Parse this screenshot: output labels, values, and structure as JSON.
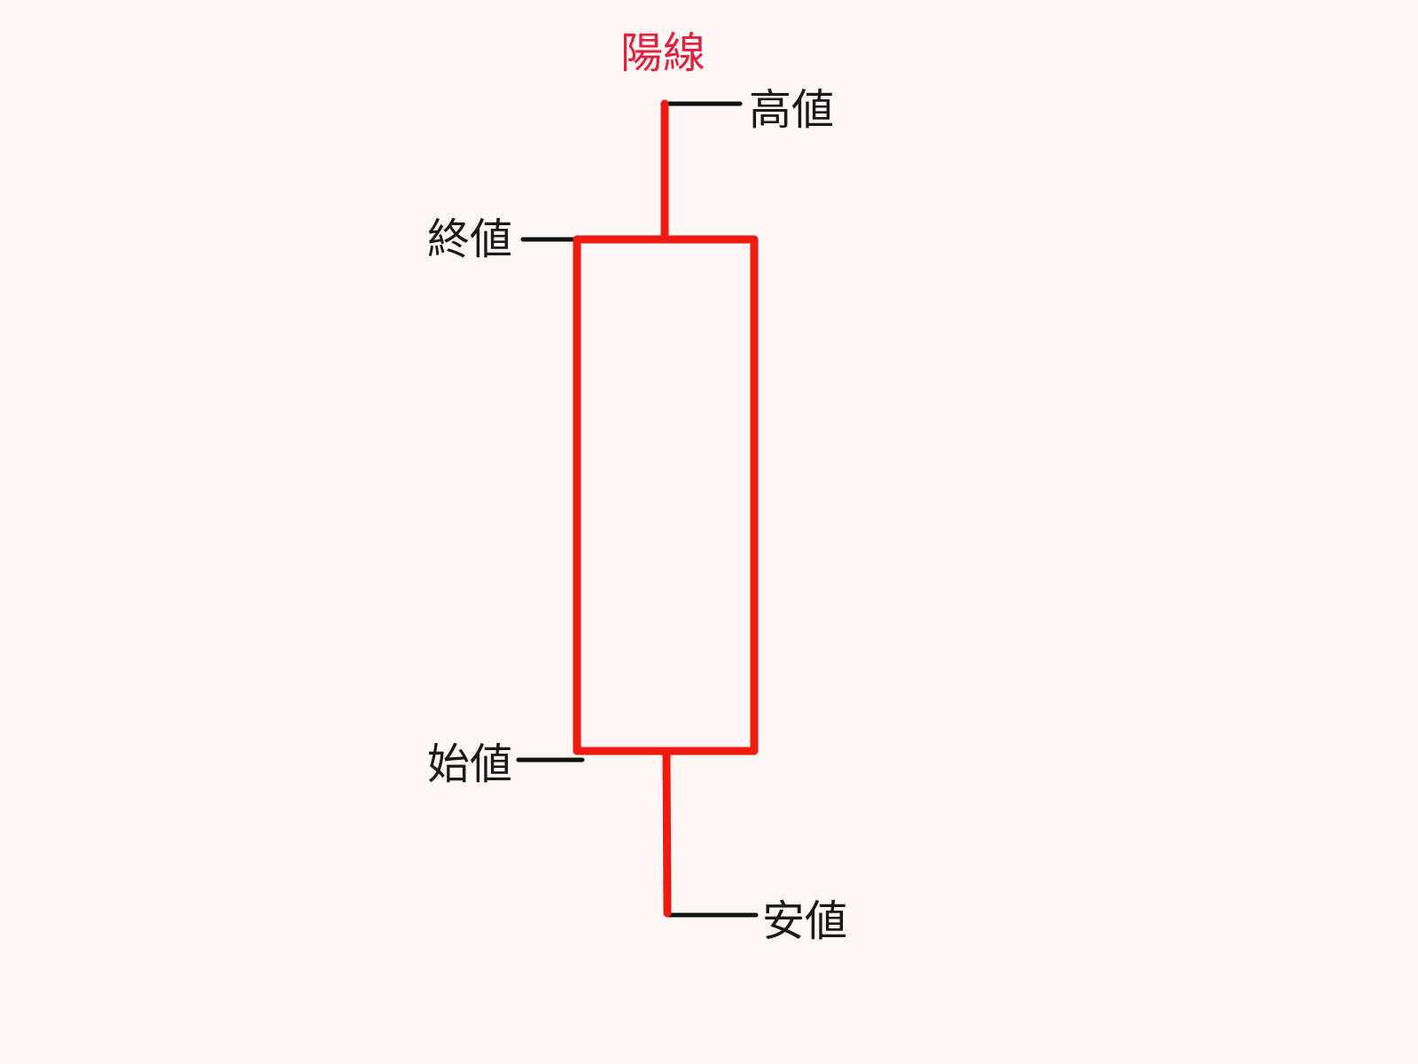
{
  "title": "陽線",
  "labels": {
    "high": "高値",
    "close": "終値",
    "open": "始値",
    "low": "安値"
  },
  "colors": {
    "title": "#e0223f",
    "candle": "#f01a10",
    "leader": "#111111",
    "background": "#fdf8f6"
  }
}
